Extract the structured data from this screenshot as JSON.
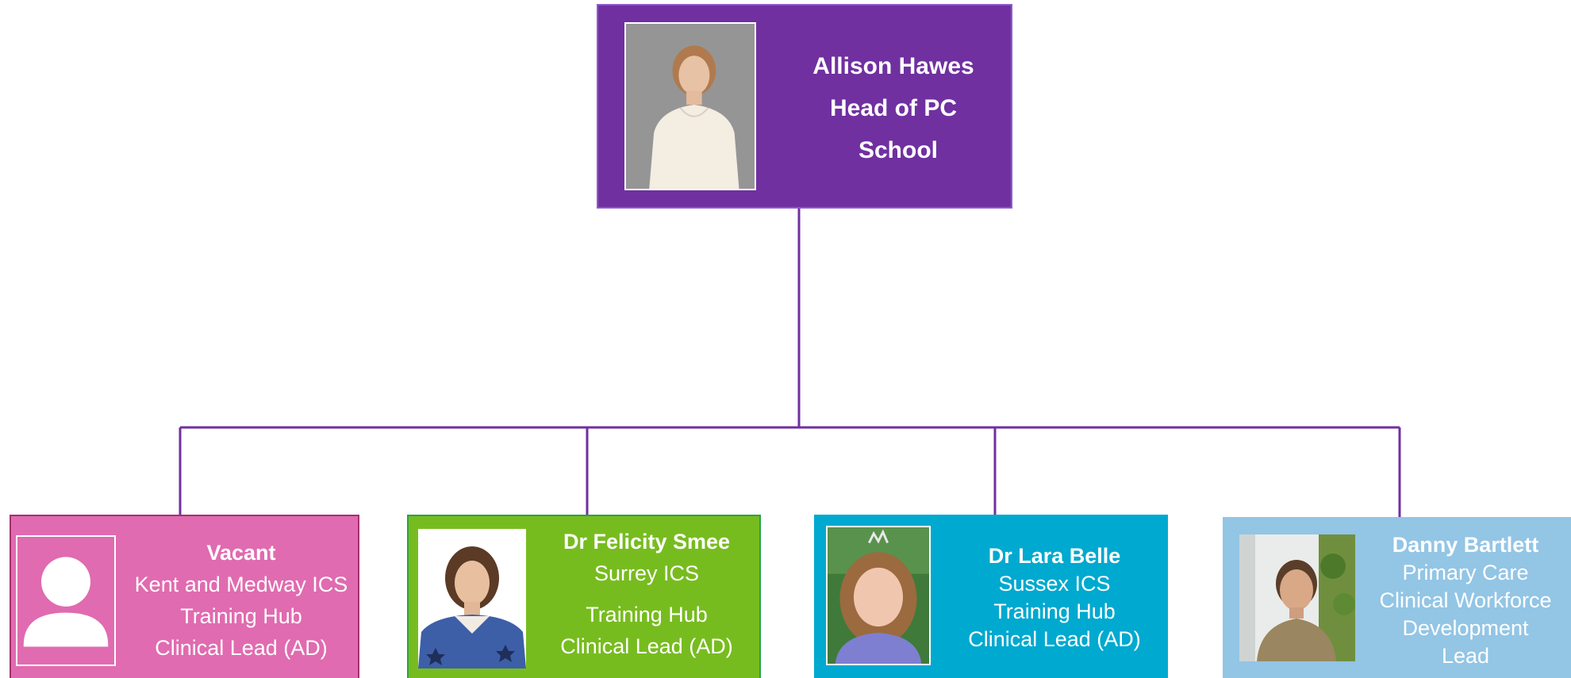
{
  "colors": {
    "connector": "#7030a0",
    "head": "#7030a0",
    "kent": "#e06bb0",
    "surrey": "#77bc1f",
    "sussex": "#00a9cf",
    "danny": "#93c5e5"
  },
  "head": {
    "name": "Allison Hawes",
    "role_line1": "Head of PC",
    "role_line2": "School"
  },
  "reports": [
    {
      "name": "Vacant",
      "lines": [
        "Kent and Medway ICS",
        "Training Hub",
        "Clinical Lead (AD)"
      ],
      "photo_icon": "person-placeholder-icon"
    },
    {
      "name": "Dr Felicity Smee",
      "lines": [
        "Surrey ICS",
        "Training Hub",
        "Clinical Lead (AD)"
      ]
    },
    {
      "name": "Dr Lara Belle",
      "lines": [
        "Sussex ICS",
        "Training Hub",
        "Clinical Lead (AD)"
      ]
    },
    {
      "name": "Danny Bartlett",
      "lines": [
        "Primary Care",
        "Clinical Workforce",
        "Development",
        "Lead"
      ]
    }
  ]
}
